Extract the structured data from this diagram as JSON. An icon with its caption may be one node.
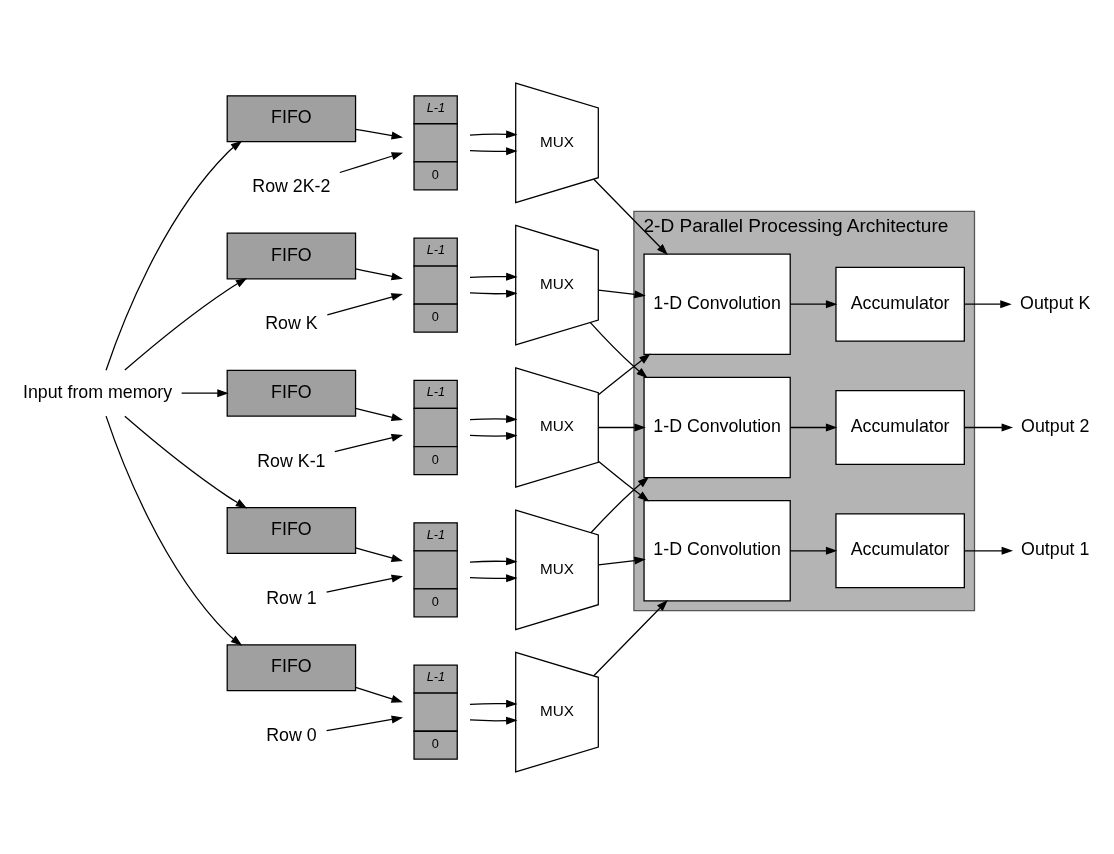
{
  "diagram": {
    "nodes": [
      {
        "text": [
          "Input from memory"
        ]
      },
      {
        "text": [
          "FIFO"
        ]
      },
      {
        "text": [
          "L-1",
          "0"
        ]
      },
      {
        "text": [
          "Row 2K-2"
        ]
      },
      {
        "text": [
          "MUX"
        ]
      },
      {
        "text": [
          "FIFO"
        ]
      },
      {
        "text": [
          "L-1",
          "0"
        ]
      },
      {
        "text": [
          "Row K"
        ]
      },
      {
        "text": [
          "MUX"
        ]
      },
      {
        "text": [
          "FIFO"
        ]
      },
      {
        "text": [
          "L-1",
          "0"
        ]
      },
      {
        "text": [
          "Row K-1"
        ]
      },
      {
        "text": [
          "MUX"
        ]
      },
      {
        "text": [
          "FIFO"
        ]
      },
      {
        "text": [
          "L-1",
          "0"
        ]
      },
      {
        "text": [
          "Row 1"
        ]
      },
      {
        "text": [
          "MUX"
        ]
      },
      {
        "text": [
          "FIFO"
        ]
      },
      {
        "text": [
          "L-1",
          "0"
        ]
      },
      {
        "text": [
          "Row 0"
        ]
      },
      {
        "text": [
          "MUX"
        ]
      },
      {
        "text": [
          "2-D Parallel Processing Architecture"
        ]
      },
      {
        "text": [
          "1-D Convolution"
        ],
        "in": 21
      },
      {
        "text": [
          "Accumulator"
        ],
        "in": 21
      },
      {
        "text": [
          "1-D Convolution"
        ],
        "in": 21
      },
      {
        "text": [
          "Accumulator"
        ],
        "in": 21
      },
      {
        "text": [
          "1-D Convolution"
        ],
        "in": 21
      },
      {
        "text": [
          "Accumulator"
        ],
        "in": 21
      },
      {
        "text": [
          "Output K"
        ]
      },
      {
        "text": [
          "Output 2"
        ]
      },
      {
        "text": [
          "Output 1"
        ]
      }
    ],
    "edges": [
      {
        "from": 0,
        "to": 1,
        "arrow": "to"
      },
      {
        "from": 0,
        "to": 5,
        "arrow": "to"
      },
      {
        "from": 0,
        "to": 9,
        "arrow": "to"
      },
      {
        "from": 0,
        "to": 13,
        "arrow": "to"
      },
      {
        "from": 0,
        "to": 17,
        "arrow": "to"
      },
      {
        "from": 1,
        "to": 2,
        "arrow": "to"
      },
      {
        "from": 2,
        "to": 4,
        "arrow": "to"
      },
      {
        "from": 2,
        "to": 4,
        "arrow": "to"
      },
      {
        "from": 3,
        "to": 2,
        "arrow": "to"
      },
      {
        "from": 5,
        "to": 6,
        "arrow": "to"
      },
      {
        "from": 6,
        "to": 8,
        "arrow": "to"
      },
      {
        "from": 6,
        "to": 8,
        "arrow": "to"
      },
      {
        "from": 7,
        "to": 6,
        "arrow": "to"
      },
      {
        "from": 9,
        "to": 10,
        "arrow": "to"
      },
      {
        "from": 10,
        "to": 12,
        "arrow": "to"
      },
      {
        "from": 10,
        "to": 12,
        "arrow": "to"
      },
      {
        "from": 11,
        "to": 10,
        "arrow": "to"
      },
      {
        "from": 13,
        "to": 14,
        "arrow": "to"
      },
      {
        "from": 14,
        "to": 16,
        "arrow": "to"
      },
      {
        "from": 14,
        "to": 16,
        "arrow": "to"
      },
      {
        "from": 15,
        "to": 14,
        "arrow": "to"
      },
      {
        "from": 17,
        "to": 18,
        "arrow": "to"
      },
      {
        "from": 18,
        "to": 20,
        "arrow": "to"
      },
      {
        "from": 18,
        "to": 20,
        "arrow": "to"
      },
      {
        "from": 19,
        "to": 18,
        "arrow": "to"
      },
      {
        "from": 4,
        "to": 22,
        "arrow": "to"
      },
      {
        "from": 8,
        "to": 22,
        "arrow": "to"
      },
      {
        "from": 12,
        "to": 22,
        "arrow": "to"
      },
      {
        "from": 8,
        "to": 24,
        "arrow": "to"
      },
      {
        "from": 12,
        "to": 24,
        "arrow": "to"
      },
      {
        "from": 16,
        "to": 24,
        "arrow": "to"
      },
      {
        "from": 12,
        "to": 26,
        "arrow": "to"
      },
      {
        "from": 16,
        "to": 26,
        "arrow": "to"
      },
      {
        "from": 20,
        "to": 26,
        "arrow": "to"
      },
      {
        "from": 22,
        "to": 23,
        "arrow": "to"
      },
      {
        "from": 24,
        "to": 25,
        "arrow": "to"
      },
      {
        "from": 26,
        "to": 27,
        "arrow": "to"
      },
      {
        "from": 23,
        "to": 28,
        "arrow": "to"
      },
      {
        "from": 25,
        "to": 29,
        "arrow": "to"
      },
      {
        "from": 27,
        "to": 30,
        "arrow": "to"
      }
    ]
  }
}
